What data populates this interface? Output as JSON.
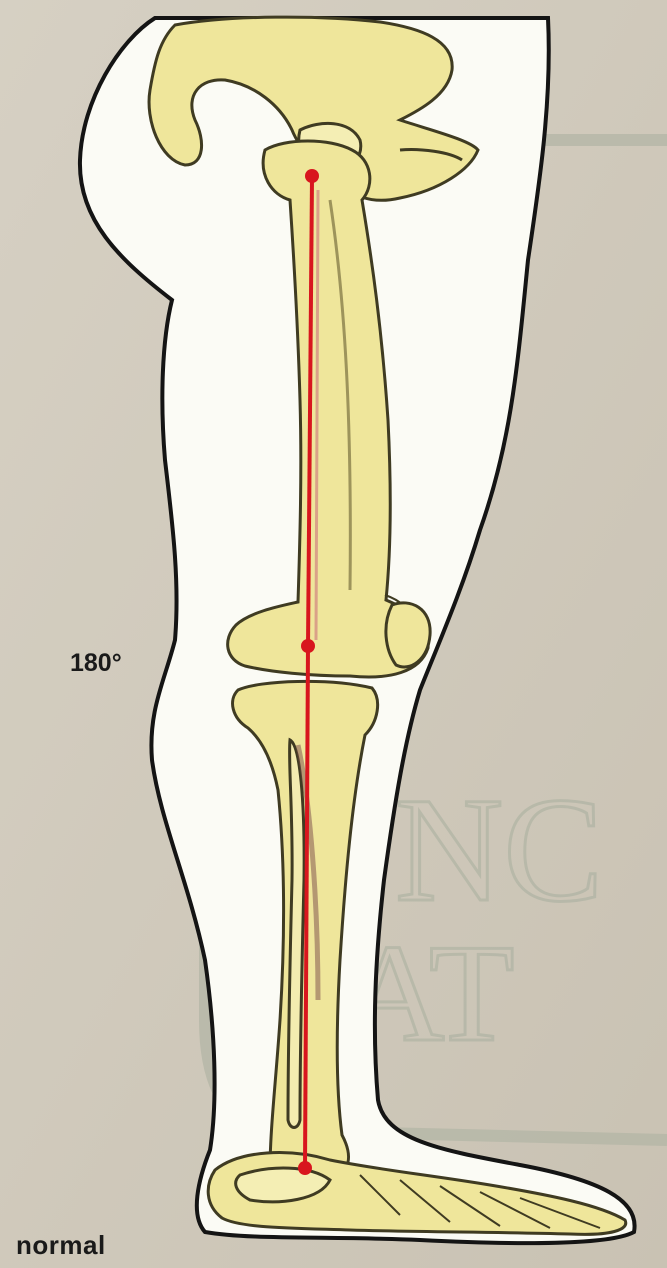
{
  "labels": {
    "angle": "180°",
    "condition": "normal"
  },
  "watermark": {
    "lines": [
      "NC",
      "CAT"
    ]
  },
  "colors": {
    "background": "#cfc8ba",
    "body_fill": "#fbfbf5",
    "bone_fill": "#efe69b",
    "bone_stroke": "#3f3b22",
    "axis_line": "#d8161e",
    "joint_marker": "#d8161e",
    "watermark": "#b3b6a6"
  },
  "joints": [
    "hip",
    "knee",
    "ankle"
  ]
}
